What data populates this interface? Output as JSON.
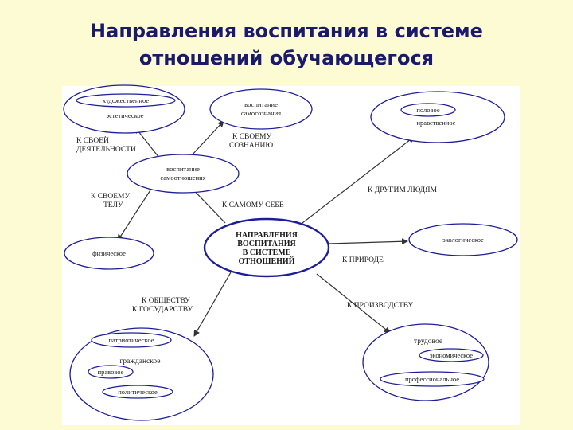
{
  "title": {
    "line1": "Направления воспитания в системе",
    "line2": "отношений обучающегося"
  },
  "center": {
    "line1": "НАПРАВЛЕНИЯ",
    "line2": "ВОСПИТАНИЯ",
    "line3": "В СИСТЕМЕ",
    "line4": "ОТНОШЕНИЙ"
  },
  "self_relation": {
    "line1": "воспитание",
    "line2": "самоотношения"
  },
  "nodes": {
    "aesthetic_inner": "художественное",
    "aesthetic": "эстетическое",
    "self_awareness_line1": "воспитание",
    "self_awareness_line2": "самосознания",
    "moral_inner": "половое",
    "moral": "нравственное",
    "physical": "физическое",
    "ecological": "экологическое",
    "civic_patriotic": "патриотическое",
    "civic": "гражданское",
    "civic_legal": "правовое",
    "civic_political": "политическое",
    "labor": "трудовое",
    "labor_economic": "экономическое",
    "labor_professional": "профессиональное"
  },
  "edges": {
    "to_activity_line1": "К СВОЕЙ",
    "to_activity_line2": "ДЕЯТЕЛЬНОСТИ",
    "to_consciousness_line1": "К СВОЕМУ",
    "to_consciousness_line2": "СОЗНАНИЮ",
    "to_body_line1": "К СВОЕМУ",
    "to_body_line2": "ТЕЛУ",
    "to_self": "К САМОМУ СЕБЕ",
    "to_people": "К ДРУГИМ ЛЮДЯМ",
    "to_nature": "К ПРИРОДЕ",
    "to_society_line1": "К ОБЩЕСТВУ",
    "to_society_line2": "К ГОСУДАРСТВУ",
    "to_production": "К ПРОИЗВОДСТВУ"
  },
  "colors": {
    "background": "#fdfbd3",
    "title": "#1a1a6a",
    "shape_stroke": "#1d1d9a",
    "arrow": "#333333"
  }
}
